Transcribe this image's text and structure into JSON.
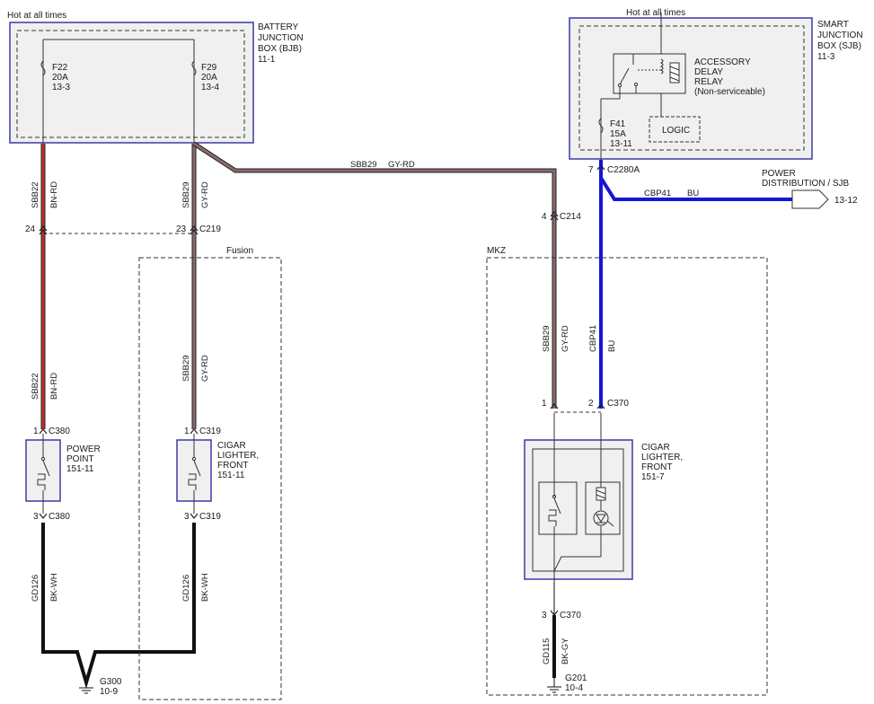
{
  "bjb": {
    "hot_label": "Hot at all times",
    "title_line1": "BATTERY",
    "title_line2": "JUNCTION",
    "title_line3": "BOX (BJB)",
    "ref": "11-1",
    "fuse_a": {
      "name": "F22",
      "rating": "20A",
      "ref": "13-3"
    },
    "fuse_b": {
      "name": "F29",
      "rating": "20A",
      "ref": "13-4"
    }
  },
  "sjb": {
    "hot_label": "Hot at all times",
    "title_line1": "SMART",
    "title_line2": "JUNCTION",
    "title_line3": "BOX (SJB)",
    "ref": "11-3",
    "relay_line1": "ACCESSORY",
    "relay_line2": "DELAY",
    "relay_line3": "RELAY",
    "relay_line4": "(Non-serviceable)",
    "logic": "LOGIC",
    "fuse": {
      "name": "F41",
      "rating": "15A",
      "ref": "13-11"
    }
  },
  "wires": {
    "sbb22_top": {
      "circuit": "SBB22",
      "color": "BN-RD"
    },
    "sbb29_top": {
      "circuit": "SBB29",
      "color": "GY-RD"
    },
    "sbb29_horiz": {
      "circuit": "SBB29",
      "color": "GY-RD"
    },
    "sbb22_mid": {
      "circuit": "SBB22",
      "color": "BN-RD"
    },
    "sbb29_mid": {
      "circuit": "SBB29",
      "color": "GY-RD"
    },
    "gd126_a": {
      "circuit": "GD126",
      "color": "BK-WH"
    },
    "gd126_b": {
      "circuit": "GD126",
      "color": "BK-WH"
    },
    "sbb29_mkz": {
      "circuit": "SBB29",
      "color": "GY-RD"
    },
    "cbp41_vert": {
      "circuit": "CBP41",
      "color": "BU"
    },
    "cbp41_horiz": {
      "circuit": "CBP41",
      "color": "BU"
    },
    "gd115": {
      "circuit": "GD115",
      "color": "BK-GY"
    }
  },
  "connectors": {
    "c219": {
      "pin_a": "24",
      "pin_b": "23",
      "name": "C219"
    },
    "c380_top": {
      "pin": "1",
      "name": "C380"
    },
    "c380_bot": {
      "pin": "3",
      "name": "C380"
    },
    "c319_top": {
      "pin": "1",
      "name": "C319"
    },
    "c319_bot": {
      "pin": "3",
      "name": "C319"
    },
    "c214": {
      "pin": "4",
      "name": "C214"
    },
    "c2280a": {
      "pin": "7",
      "name": "C2280A"
    },
    "c370_top_a": {
      "pin": "1"
    },
    "c370_top_b": {
      "pin": "2",
      "name": "C370"
    },
    "c370_bot": {
      "pin": "3",
      "name": "C370"
    }
  },
  "components": {
    "power_point": {
      "line1": "POWER",
      "line2": "POINT",
      "ref": "151-11"
    },
    "cigar_fusion": {
      "line1": "CIGAR",
      "line2": "LIGHTER,",
      "line3": "FRONT",
      "ref": "151-11"
    },
    "cigar_mkz": {
      "line1": "CIGAR",
      "line2": "LIGHTER,",
      "line3": "FRONT",
      "ref": "151-7"
    }
  },
  "regions": {
    "fusion": "Fusion",
    "mkz": "MKZ"
  },
  "power_dist": {
    "line1": "POWER",
    "line2": "DISTRIBUTION / SJB",
    "ref": "13-12"
  },
  "grounds": {
    "g300": {
      "name": "G300",
      "ref": "10-9"
    },
    "g201": {
      "name": "G201",
      "ref": "10-4"
    }
  },
  "colors": {
    "bn_rd": "#c0302c",
    "gy_rd": "#8a6a6a",
    "bu": "#1515d8",
    "box_border": "#3a3aa8",
    "box_fill": "#f0f0f0"
  }
}
